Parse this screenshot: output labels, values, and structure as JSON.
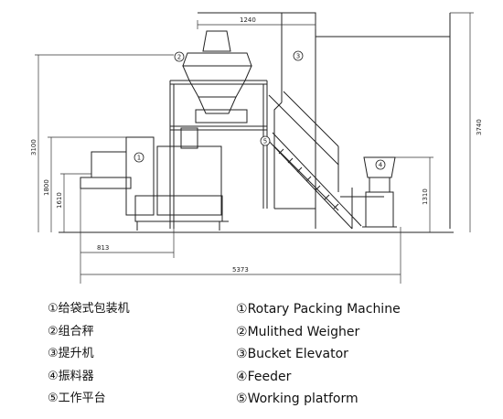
{
  "dimensions": {
    "top_width": "1240",
    "total_height": "3100",
    "overall_height": "3740",
    "machine_height": "1800",
    "table_height": "1610",
    "feeder_height": "1310",
    "left_offset": "813",
    "total_length": "5373"
  },
  "callouts": [
    "1",
    "2",
    "3",
    "4",
    "5"
  ],
  "legend_cn": [
    {
      "num": "①",
      "text": "给袋式包装机"
    },
    {
      "num": "②",
      "text": "组合秤"
    },
    {
      "num": "③",
      "text": "提升机"
    },
    {
      "num": "④",
      "text": "振料器"
    },
    {
      "num": "⑤",
      "text": "工作平台"
    }
  ],
  "legend_en": [
    {
      "num": "①",
      "text": "Rotary Packing Machine"
    },
    {
      "num": "②",
      "text": "Mulithed Weigher"
    },
    {
      "num": "③",
      "text": "Bucket Elevator"
    },
    {
      "num": "④",
      "text": "Feeder"
    },
    {
      "num": "⑤",
      "text": "Working platform"
    }
  ]
}
